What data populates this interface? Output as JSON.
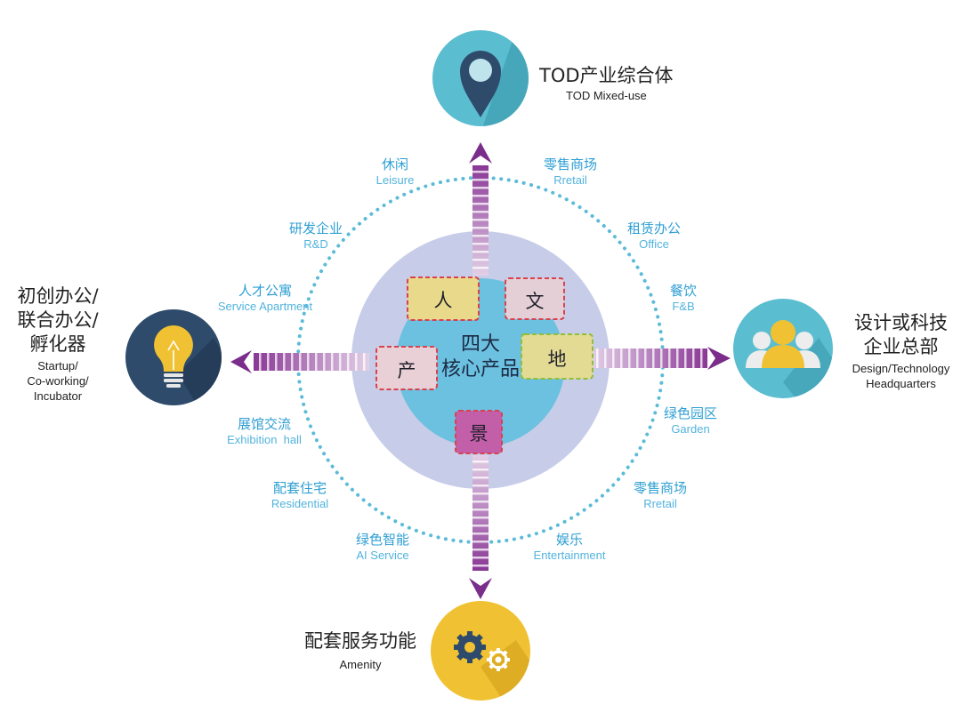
{
  "core": {
    "title_line1": "四大",
    "title_line2": "核心产品",
    "tags": [
      {
        "key": "people",
        "label": "人"
      },
      {
        "key": "culture",
        "label": "文"
      },
      {
        "key": "industry",
        "label": "产"
      },
      {
        "key": "land",
        "label": "地"
      },
      {
        "key": "scenery",
        "label": "景"
      }
    ]
  },
  "nodes": {
    "top": {
      "zh": "TOD产业综合体",
      "en": "TOD Mixed-use",
      "icon": "location-pin-icon"
    },
    "left": {
      "zh_lines": [
        "初创办公/",
        "联合办公/",
        "孵化器"
      ],
      "en_lines": [
        "Startup/",
        "Co-working/",
        "Incubator"
      ],
      "icon": "lightbulb-icon"
    },
    "right": {
      "zh_lines": [
        "设计或科技",
        "企业总部"
      ],
      "en_lines": [
        "Design/Technology",
        "Headquarters"
      ],
      "icon": "people-group-icon"
    },
    "bottom": {
      "zh": "配套服务功能",
      "en": "Amenity",
      "icon": "gears-icon"
    }
  },
  "services": [
    {
      "zh": "休闲",
      "en": "Leisure"
    },
    {
      "zh": "零售商场",
      "en": "Rretail"
    },
    {
      "zh": "研发企业",
      "en": "R&D"
    },
    {
      "zh": "租赁办公",
      "en": "Office"
    },
    {
      "zh": "人才公寓",
      "en": "Service Apartment"
    },
    {
      "zh": "餐饮",
      "en": "F&B"
    },
    {
      "zh": "展馆交流",
      "en": "Exhibition  hall"
    },
    {
      "zh": "绿色园区",
      "en": "Garden"
    },
    {
      "zh": "配套住宅",
      "en": "Residential"
    },
    {
      "zh": "零售商场",
      "en": "Rretail"
    },
    {
      "zh": "绿色智能",
      "en": "AI Service"
    },
    {
      "zh": "娱乐",
      "en": "Entertainment"
    }
  ],
  "colors": {
    "ring_dots": "#5bbbd8",
    "outer_disc": "#c7cde8",
    "inner_disc": "#6cc1e0",
    "arrow": "#7a2d8a",
    "node_top": "#5bbdd0",
    "node_left": "#2e4b6b",
    "node_right": "#5bbdd0",
    "node_bottom": "#f0c233"
  }
}
